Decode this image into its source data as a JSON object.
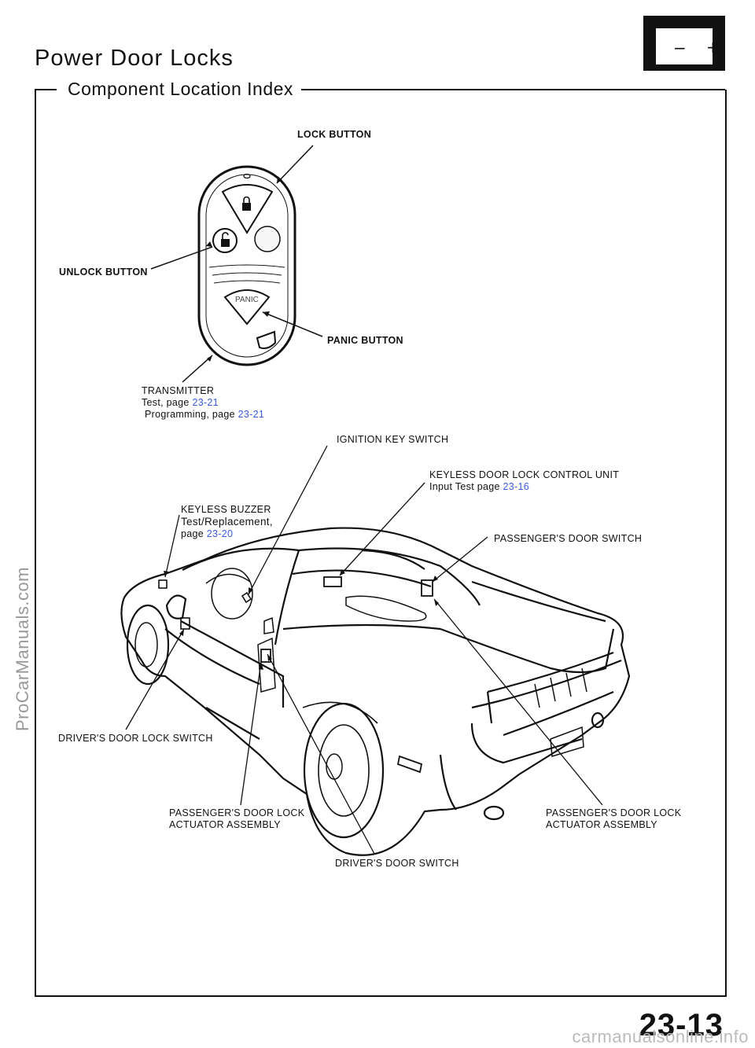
{
  "header": {
    "title": "Power Door Locks",
    "subtitle": "Component Location Index"
  },
  "battery_icon": {
    "minus": "−",
    "plus": "+"
  },
  "watermark": "ProCarManuals.com",
  "transmitter": {
    "lock_button": "LOCK BUTTON",
    "unlock_button": "UNLOCK BUTTON",
    "panic_button": "PANIC BUTTON",
    "panic_text": "PANIC",
    "title": "TRANSMITTER",
    "test_text": "Test, page ",
    "test_page": "23-21",
    "prog_text": "Programming, page ",
    "prog_page": "23-21"
  },
  "labels": {
    "ignition": "IGNITION KEY SWITCH",
    "control_unit": "KEYLESS DOOR LOCK CONTROL UNIT",
    "control_unit_test": "Input Test page ",
    "control_unit_page": "23-16",
    "buzzer": "KEYLESS BUZZER",
    "buzzer_test": "Test/Replacement,",
    "buzzer_page_text": "page ",
    "buzzer_page": "23-20",
    "pass_door_switch": "PASSENGER'S DOOR SWITCH",
    "driver_lock_switch": "DRIVER'S DOOR LOCK SWITCH",
    "pass_actuator_left_1": "PASSENGER'S DOOR LOCK",
    "pass_actuator_left_2": "ACTUATOR ASSEMBLY",
    "pass_actuator_right_1": "PASSENGER'S DOOR LOCK",
    "pass_actuator_right_2": "ACTUATOR ASSEMBLY",
    "driver_door_switch": "DRIVER'S DOOR SWITCH"
  },
  "footer": {
    "page_number": "23-13",
    "site": "carmanualsonline.info"
  },
  "colors": {
    "link": "#3a5bd9",
    "line": "#111111"
  }
}
